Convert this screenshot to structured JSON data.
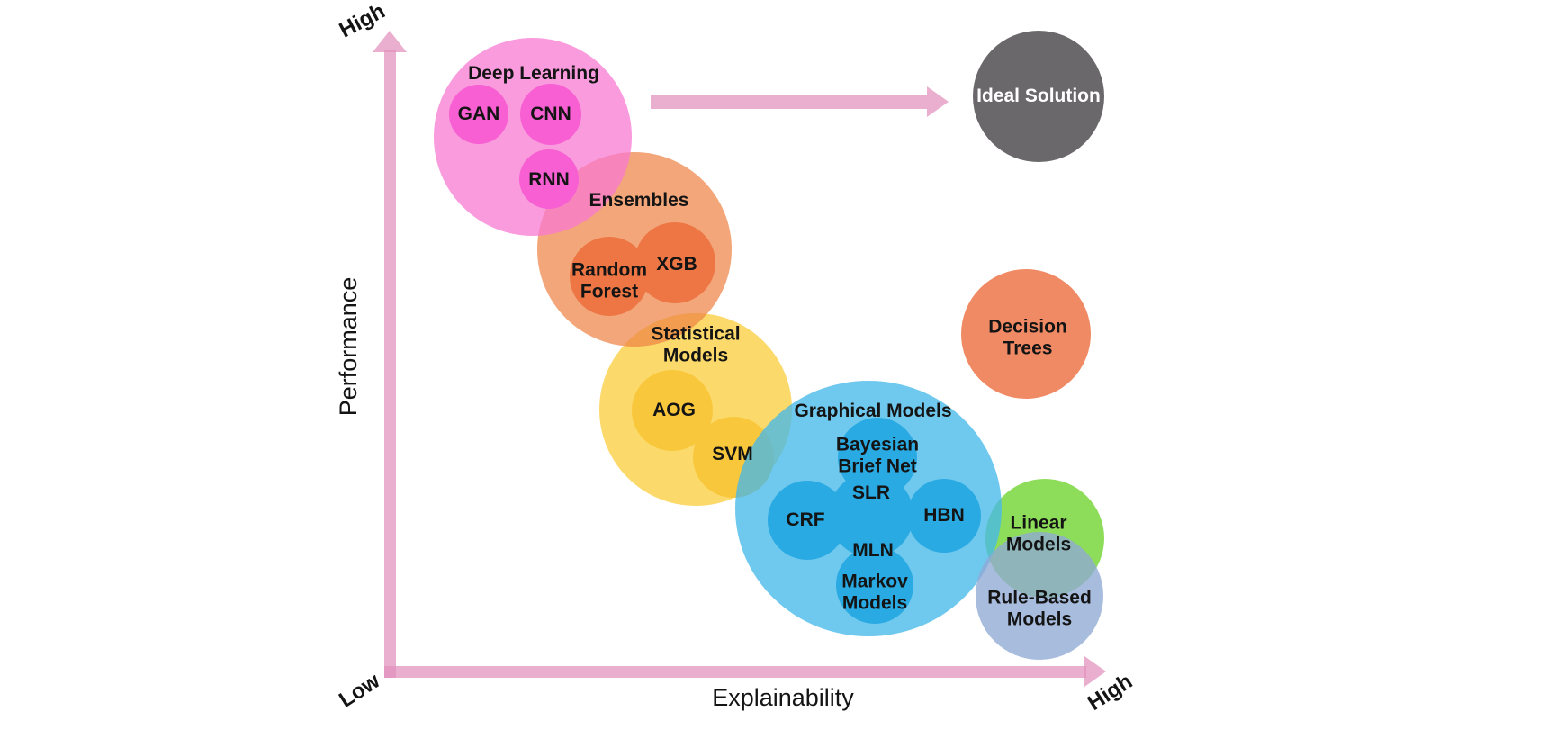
{
  "axes": {
    "x": {
      "title": "Explainability",
      "min_label": "Low",
      "max_label": "High"
    },
    "y": {
      "title": "Performance",
      "max_label": "High"
    }
  },
  "groups": {
    "deep_learning": {
      "label": "Deep Learning",
      "items": [
        "GAN",
        "CNN",
        "RNN"
      ]
    },
    "ensembles": {
      "label": "Ensembles",
      "items": [
        "Random Forest",
        "XGB"
      ]
    },
    "statistical": {
      "label": "Statistical Models",
      "items": [
        "AOG",
        "SVM"
      ]
    },
    "graphical": {
      "label": "Graphical Models",
      "items": [
        "Bayesian Brief Net",
        "SLR",
        "CRF",
        "HBN",
        "MLN",
        "Markov Models"
      ]
    },
    "decision_trees": {
      "label": "Decision Trees"
    },
    "linear": {
      "label": "Linear Models"
    },
    "rule_based": {
      "label": "Rule-Based Models"
    }
  },
  "ideal_solution": {
    "label": "Ideal Solution"
  },
  "colors": {
    "axis": "rgba(226,144,189,0.72)",
    "deep_learning": "rgba(248,122,211,0.75)",
    "deep_learning_inner": "#F75FD3",
    "ensembles": "rgba(237,131,69,0.72)",
    "ensembles_inner": "#ED7644",
    "statistical": "rgba(249,202,49,0.72)",
    "statistical_inner": "#F9C73B",
    "graphical": "rgba(70,184,232,0.78)",
    "graphical_inner": "#2AAAE3",
    "decision_trees": "rgba(236,109,61,0.8)",
    "linear": "rgba(122,215,61,0.85)",
    "rule_based": "rgba(143,169,213,0.78)",
    "ideal": "#6B686B",
    "ideal_text": "#FFFFFF",
    "label": "#141414"
  }
}
